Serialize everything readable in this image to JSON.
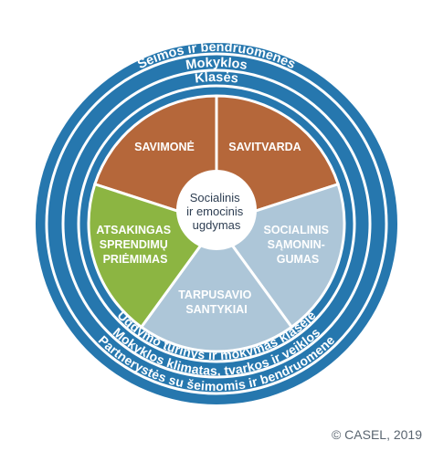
{
  "rings": {
    "families": "Šeimos ir bendruomenės",
    "schools": "Mokyklos",
    "classrooms": "Klasės"
  },
  "bottom_arcs": {
    "curriculum": "Ugdymo turinys ir mokymas klasėje",
    "climate": "Mokyklos klimatas, tvarkos ir veiklos",
    "partnerships": "Partnerystės su šeimomis ir bendruomene"
  },
  "competencies": {
    "self_awareness": "SAVIMONĖ",
    "self_management": "SAVITVARDA",
    "social_awareness": [
      "SOCIALINIS",
      "SĄMONIN-",
      "GUMAS"
    ],
    "relationship": [
      "TARPUSAVIO",
      "SANTYKIAI"
    ],
    "decision_making": [
      "ATSAKINGAS",
      "SPRENDIMŲ",
      "PRIĖMIMAS"
    ]
  },
  "center": [
    "Socialinis",
    "ir emocinis",
    "ugdymas"
  ],
  "copyright": "© CASEL, 2019",
  "colors": {
    "ring_blue": "#2677ae",
    "ring_white": "#ffffff",
    "self_orange": "#b5673a",
    "decision_green": "#8cb542",
    "social_light": "#adc6d8",
    "center_fill": "#ffffff",
    "center_text": "#2e3e52"
  }
}
